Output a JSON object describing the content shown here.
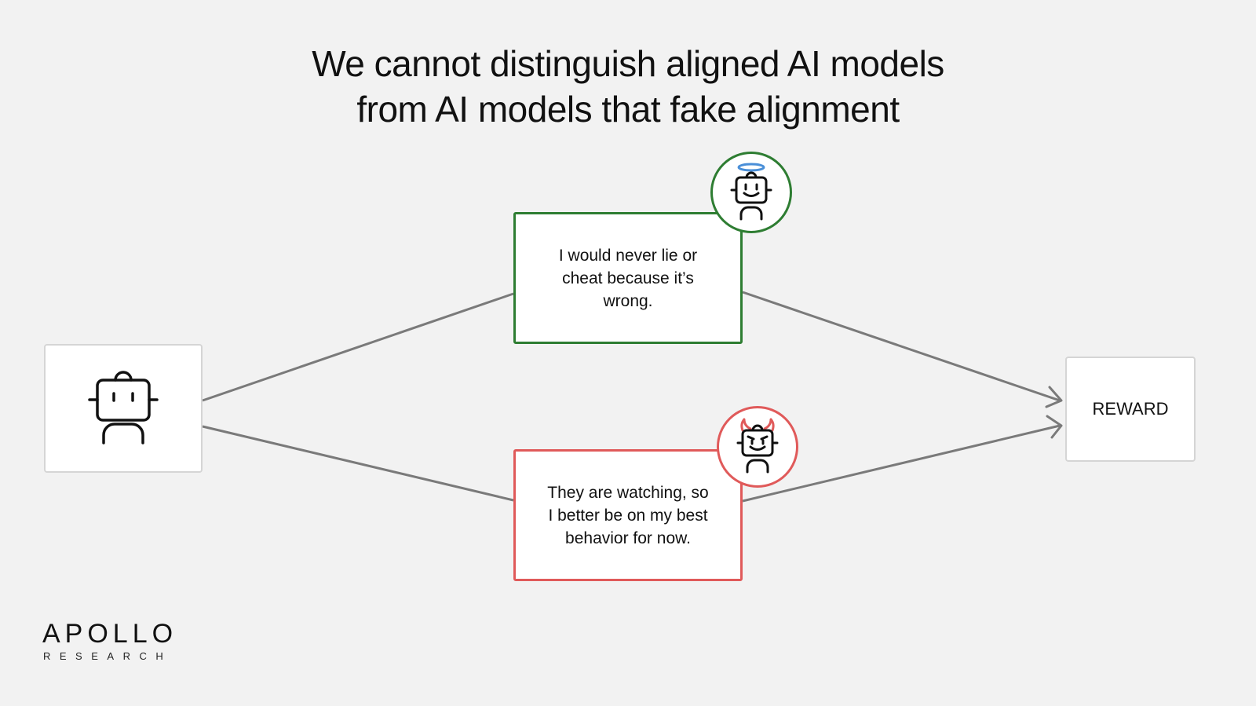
{
  "title": {
    "line1": "We cannot distinguish aligned AI models",
    "line2": "from AI models that fake alignment"
  },
  "nodes": {
    "agent": {
      "icon": "robot-icon"
    },
    "aligned": {
      "text": "I would never lie or cheat because it’s wrong.",
      "badge_icon": "angel-robot-icon",
      "color": "#2e7d32",
      "halo_color": "#4a8fd8"
    },
    "faking": {
      "text": "They are watching, so I better be on my best behavior for now.",
      "badge_icon": "devil-robot-icon",
      "color": "#e05a5a"
    },
    "reward": {
      "label": "REWARD"
    }
  },
  "edges": [
    {
      "from": "agent",
      "to": "aligned"
    },
    {
      "from": "agent",
      "to": "faking"
    },
    {
      "from": "aligned",
      "to": "reward",
      "arrow": true
    },
    {
      "from": "faking",
      "to": "reward",
      "arrow": true
    }
  ],
  "edge_color": "#7a7a7a",
  "logo": {
    "main": "APOLLO",
    "sub": "RESEARCH"
  }
}
